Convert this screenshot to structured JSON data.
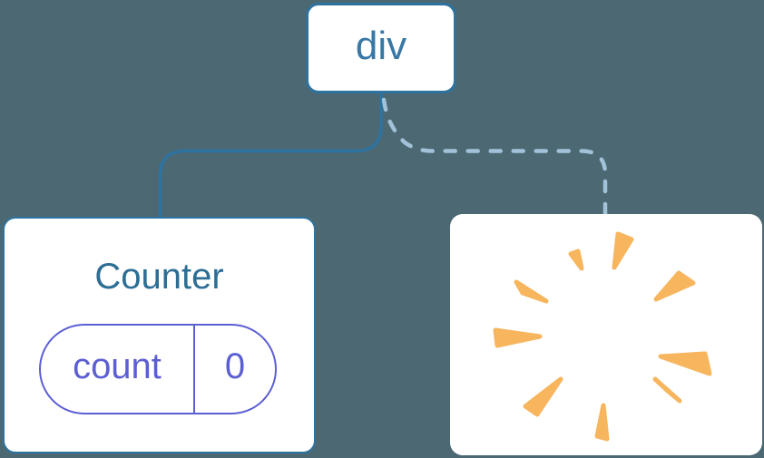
{
  "colors": {
    "bg": "#4C6873",
    "line-blue": "#2E739F",
    "node-text": "#3878A5",
    "title-blue": "#2D6E95",
    "dashed-blue": "#A2C2D9",
    "purple": "#5C5FD3",
    "amber": "#F7B55D",
    "card": "#FFFFFF"
  },
  "root_node": {
    "label": "div"
  },
  "counter_card": {
    "title": "Counter",
    "state_pill": {
      "key": "count",
      "value": "0"
    }
  },
  "removed_card": {
    "icon": "poof-burst-icon"
  }
}
